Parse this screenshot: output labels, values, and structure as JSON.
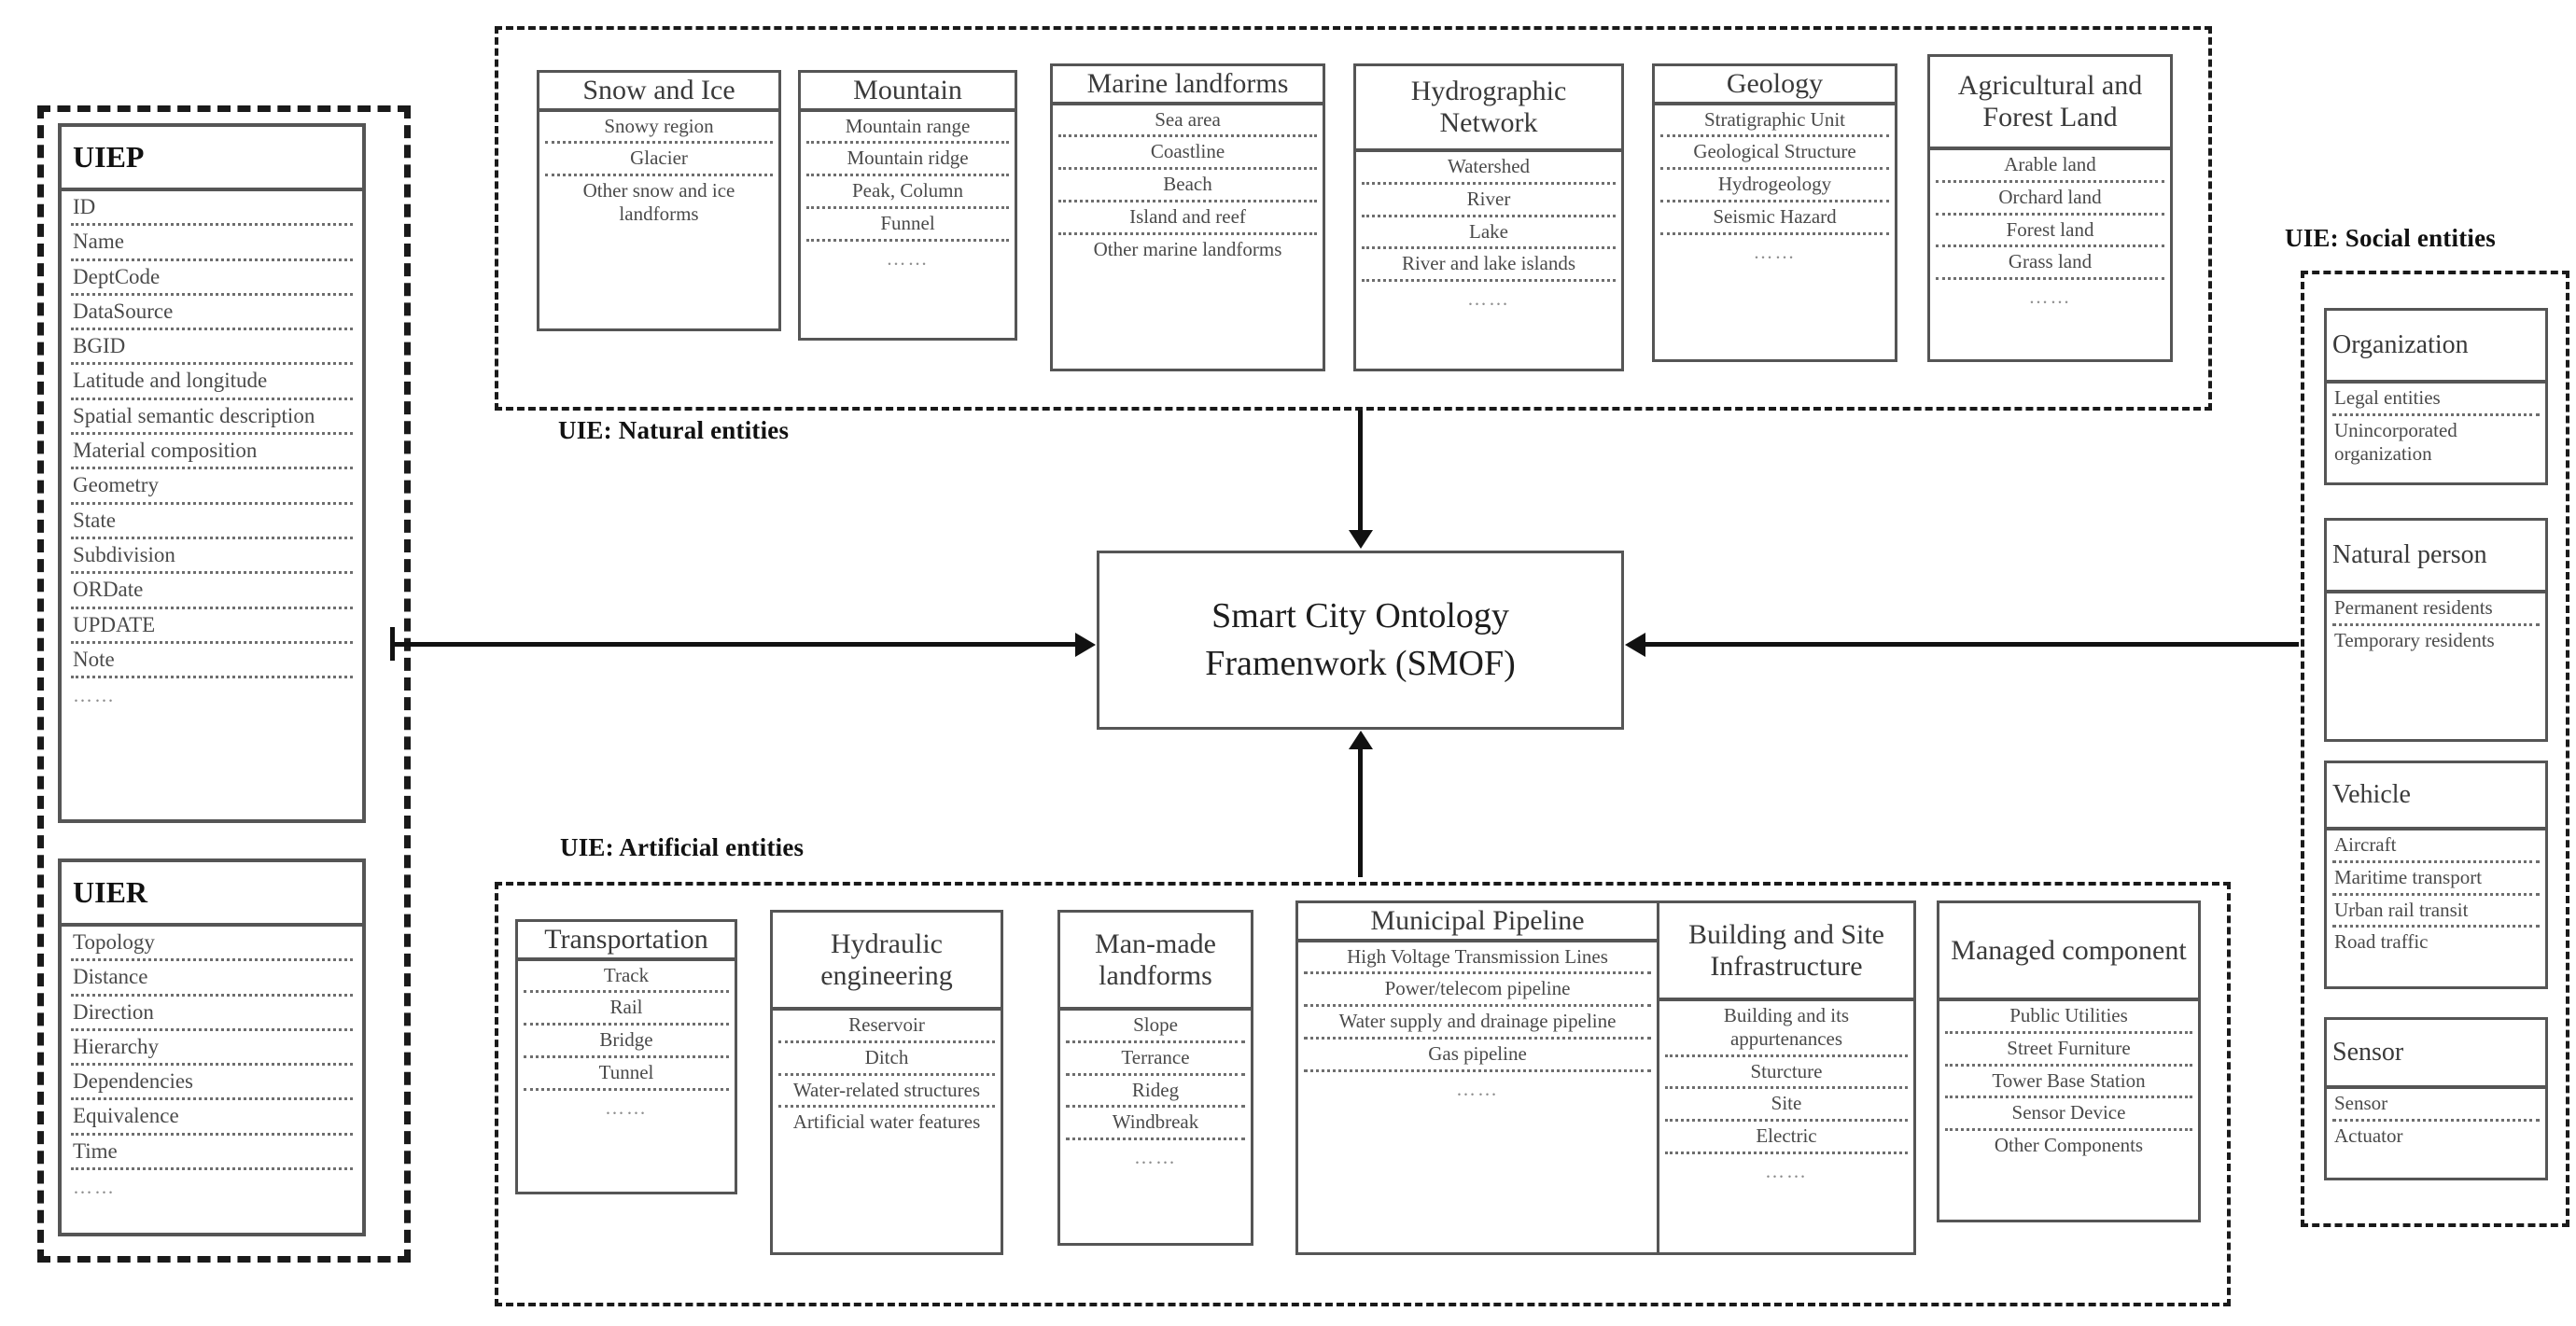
{
  "center": {
    "title": "Smart City Ontology\nFramenwork (SMOF)"
  },
  "groups": {
    "natural_label": "UIE: Natural entities",
    "artificial_label": "UIE: Artificial entities",
    "social_label": "UIE: Social entities"
  },
  "left_tables": [
    {
      "title": "UIEP",
      "attrs": [
        "ID",
        "Name",
        "DeptCode",
        "DataSource",
        "BGID",
        "Latitude and longitude",
        "Spatial semantic description",
        "Material composition",
        "Geometry",
        "State",
        "Subdivision",
        "ORDate",
        "UPDATE",
        "Note"
      ],
      "ellipsis": "……"
    },
    {
      "title": "UIER",
      "attrs": [
        "Topology",
        "Distance",
        "Direction",
        "Hierarchy",
        "Dependencies",
        "Equivalence",
        "Time"
      ],
      "ellipsis": "……"
    }
  ],
  "natural_entities": [
    {
      "title": "Snow and Ice",
      "attrs": [
        "Snowy region",
        "Glacier",
        "Other snow and ice landforms"
      ],
      "ellipsis": ""
    },
    {
      "title": "Mountain",
      "attrs": [
        "Mountain range",
        "Mountain ridge",
        "Peak, Column",
        "Funnel"
      ],
      "ellipsis": "……"
    },
    {
      "title": "Marine landforms",
      "attrs": [
        "Sea area",
        "Coastline",
        "Beach",
        "Island and reef",
        "Other marine landforms"
      ],
      "ellipsis": ""
    },
    {
      "title": "Hydrographic Network",
      "attrs": [
        "Watershed",
        "River",
        "Lake",
        "River and lake islands"
      ],
      "ellipsis": "……"
    },
    {
      "title": "Geology",
      "attrs": [
        "Stratigraphic Unit",
        "Geological Structure",
        "Hydrogeology",
        "Seismic Hazard"
      ],
      "ellipsis": "……"
    },
    {
      "title": "Agricultural and Forest Land",
      "attrs": [
        "Arable land",
        "Orchard land",
        "Forest land",
        "Grass land"
      ],
      "ellipsis": "……"
    }
  ],
  "artificial_entities": [
    {
      "title": "Transportation",
      "attrs": [
        "Track",
        "Rail",
        "Bridge",
        "Tunnel"
      ],
      "ellipsis": "……"
    },
    {
      "title": "Hydraulic engineering",
      "attrs": [
        "Reservoir",
        "Ditch",
        "Water-related structures",
        "Artificial water features"
      ],
      "ellipsis": ""
    },
    {
      "title": "Man-made landforms",
      "attrs": [
        "Slope",
        "Terrance",
        "Rideg",
        "Windbreak"
      ],
      "ellipsis": "……"
    },
    {
      "title": "Municipal Pipeline",
      "attrs": [
        "High Voltage Transmission Lines",
        "Power/telecom pipeline",
        "Water supply and drainage pipeline",
        "Gas pipeline"
      ],
      "ellipsis": "……"
    },
    {
      "title": "Building and Site Infrastructure",
      "attrs": [
        "Building and its appurtenances",
        "Sturcture",
        "Site",
        "Electric"
      ],
      "ellipsis": "……"
    },
    {
      "title": "Managed component",
      "attrs": [
        "Public Utilities",
        "Street Furniture",
        "Tower Base Station",
        "Sensor Device",
        "Other Components"
      ],
      "ellipsis": ""
    }
  ],
  "social_entities": [
    {
      "title": "Organization",
      "attrs": [
        "Legal entities",
        "Unincorporated organization"
      ],
      "ellipsis": ""
    },
    {
      "title": "Natural person",
      "attrs": [
        "Permanent residents",
        "Temporary residents"
      ],
      "ellipsis": ""
    },
    {
      "title": "Vehicle",
      "attrs": [
        "Aircraft",
        "Maritime transport",
        "Urban rail transit",
        "Road traffic"
      ],
      "ellipsis": ""
    },
    {
      "title": "Sensor",
      "attrs": [
        "Sensor",
        "Actuator"
      ],
      "ellipsis": ""
    }
  ]
}
